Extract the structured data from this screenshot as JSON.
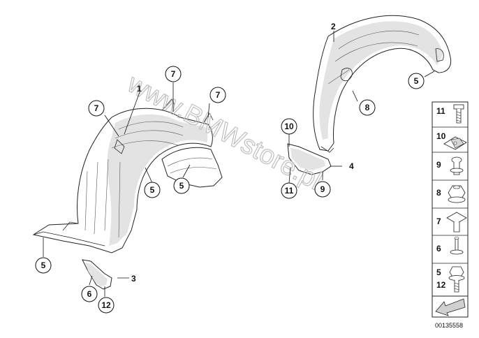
{
  "watermark": "www.BMWstore.pl",
  "diagram_code": "00135558",
  "callouts": [
    {
      "id": "c1",
      "label": "1"
    },
    {
      "id": "c2",
      "label": "2"
    },
    {
      "id": "c3",
      "label": "3"
    },
    {
      "id": "c4",
      "label": "4"
    },
    {
      "id": "c5a",
      "label": "5"
    },
    {
      "id": "c5b",
      "label": "5"
    },
    {
      "id": "c5c",
      "label": "5"
    },
    {
      "id": "c5d",
      "label": "5"
    },
    {
      "id": "c6",
      "label": "6"
    },
    {
      "id": "c7a",
      "label": "7"
    },
    {
      "id": "c7b",
      "label": "7"
    },
    {
      "id": "c7c",
      "label": "7"
    },
    {
      "id": "c8",
      "label": "8"
    },
    {
      "id": "c9",
      "label": "9"
    },
    {
      "id": "c10",
      "label": "10"
    },
    {
      "id": "c11",
      "label": "11"
    },
    {
      "id": "c12",
      "label": "12"
    }
  ],
  "legend": [
    {
      "label": "11",
      "icon": "screw-icon"
    },
    {
      "label": "10",
      "icon": "nut-clip-icon"
    },
    {
      "label": "9",
      "icon": "expanding-rivet-icon"
    },
    {
      "label": "8",
      "icon": "hex-nut-icon"
    },
    {
      "label": "7",
      "icon": "clip-nut-icon"
    },
    {
      "label": "6",
      "icon": "plastic-rivet-icon"
    },
    {
      "label": "5",
      "icon": "collar-screw-icon"
    },
    {
      "label": "12",
      "icon": "collar-screw-icon"
    }
  ]
}
